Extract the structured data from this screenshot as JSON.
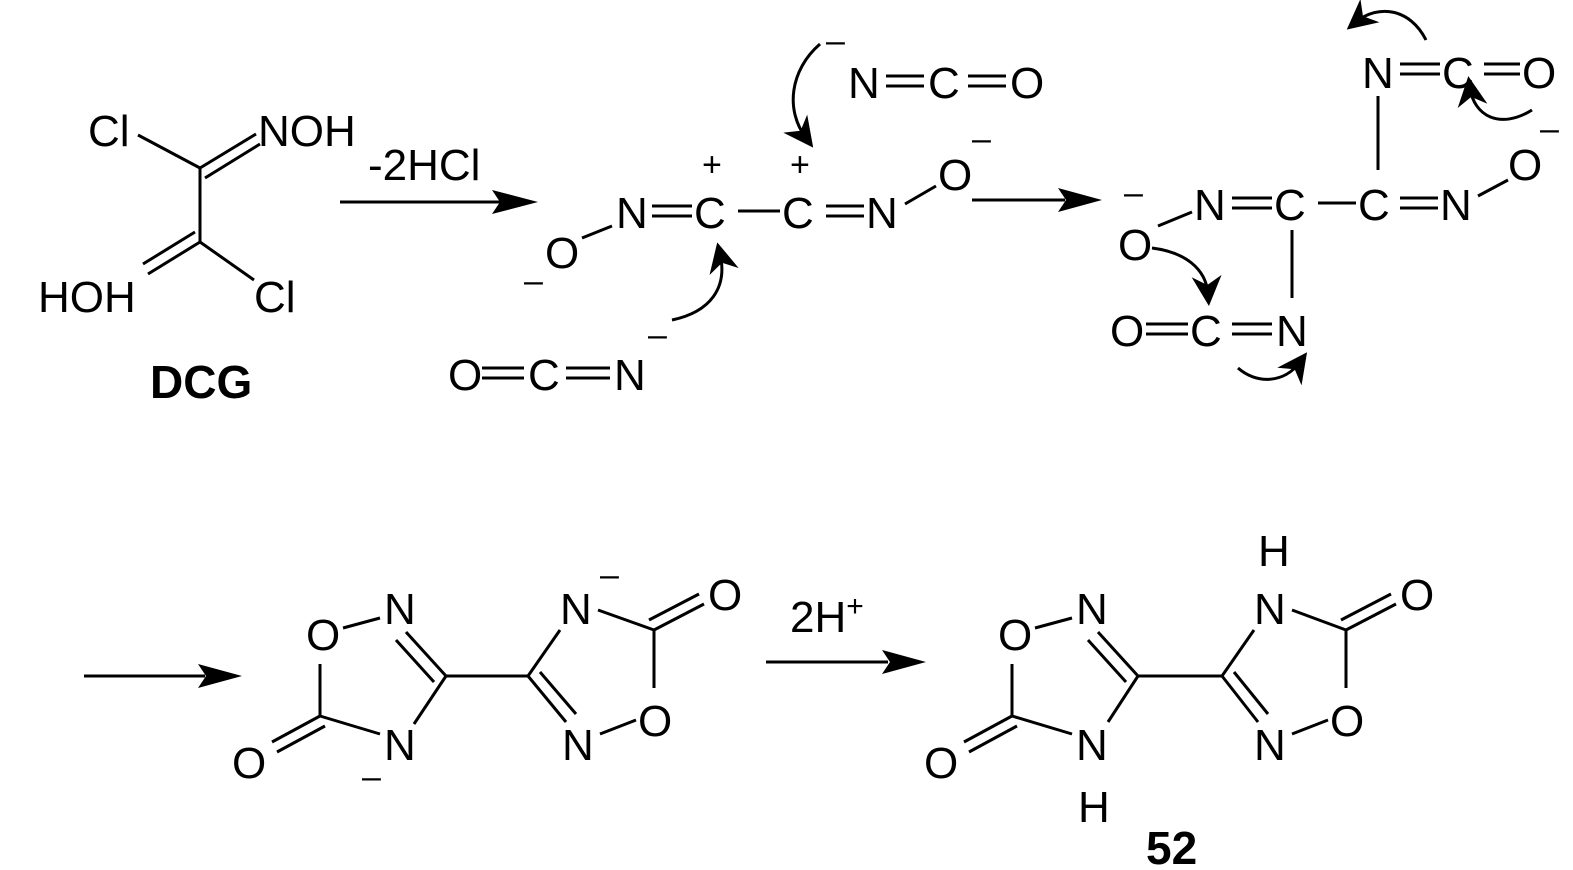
{
  "scheme": {
    "step1": {
      "reagent": "-2HCl"
    },
    "step4": {
      "reagent": "2H",
      "reagent_sup": "+"
    },
    "compounds": {
      "dcg_label": "DCG",
      "product_label": "52"
    }
  },
  "atoms": {
    "cl": "Cl",
    "noh": "NOH",
    "hoh": "HOH",
    "n": "N",
    "c": "C",
    "o": "O",
    "h": "H",
    "eq": "=",
    "plus": "+",
    "minus": "–"
  },
  "colors": {
    "ink": "#000000",
    "background": "#ffffff"
  }
}
